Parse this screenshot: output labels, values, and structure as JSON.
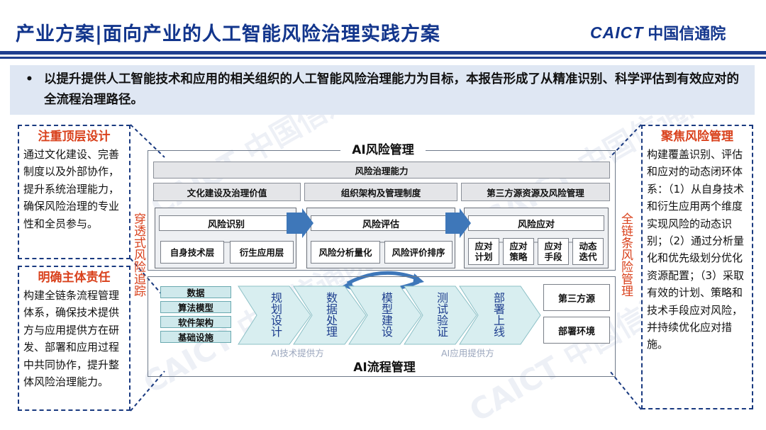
{
  "header": {
    "title": "产业方案|面向产业的人工智能风险治理实践方案",
    "logo_en": "CAICT",
    "logo_cn": "中国信通院"
  },
  "intro": {
    "bullet": "•",
    "text": "以提升提供人工智能技术和应用的相关组织的人工智能风险治理能力为目标，本报告形成了从精准识别、科学评估到有效应对的全流程治理路径。"
  },
  "left_top": {
    "title": "注重顶层设计",
    "body": "通过文化建设、完善制度以及外部协作，提升系统治理能力，确保风险治理的专业性和全员参与。"
  },
  "left_bottom": {
    "title": "明确主体责任",
    "body": "构建全链条流程管理体系，确保技术提供方与应用提供方在研发、部署和应用过程中共同协作，提升整体风险治理能力。"
  },
  "left_vertical": "穿透式风险追踪",
  "right_vertical": "全链条风险管理",
  "right_box": {
    "title": "聚焦风险管理",
    "body": "构建覆盖识别、评估和应对的动态闭环体系：（1）从自身技术和衍生应用两个维度实现风险的动态识别；（2）通过分析量化和优先级划分优化资源配置；（3）采取有效的计划、策略和技术手段应对风险，并持续优化应对措施。"
  },
  "diagram": {
    "top_header": "AI风险管理",
    "bottom_header": "AI流程管理",
    "capability": "风险治理能力",
    "pillars": [
      "文化建设及治理价值",
      "组织架构及管理制度",
      "第三方源资源及风险管理"
    ],
    "phases": [
      {
        "name": "风险识别",
        "items": [
          "自身技术层",
          "衍生应用层"
        ]
      },
      {
        "name": "风险评估",
        "items": [
          "风险分析量化",
          "风险评价排序"
        ]
      },
      {
        "name": "风险应对",
        "items": [
          "应对\n计划",
          "应对\n策略",
          "应对\n手段",
          "动态\n迭代"
        ]
      }
    ],
    "stack": [
      "数据",
      "算法模型",
      "软件架构",
      "基础设施"
    ],
    "stages": [
      "规划设计",
      "数据处理",
      "模型建设",
      "测试验证",
      "部署上线"
    ],
    "right_items": [
      "第三方源",
      "部署环境"
    ],
    "provider_labels": [
      "AI技术提供方",
      "AI应用提供方"
    ]
  },
  "colors": {
    "brand_blue": "#12358c",
    "accent_red": "#d9411c",
    "intro_bg": "#dfe7f3",
    "arrow_blue": "#3e77b9",
    "stage_fill": "#d8eef0"
  }
}
